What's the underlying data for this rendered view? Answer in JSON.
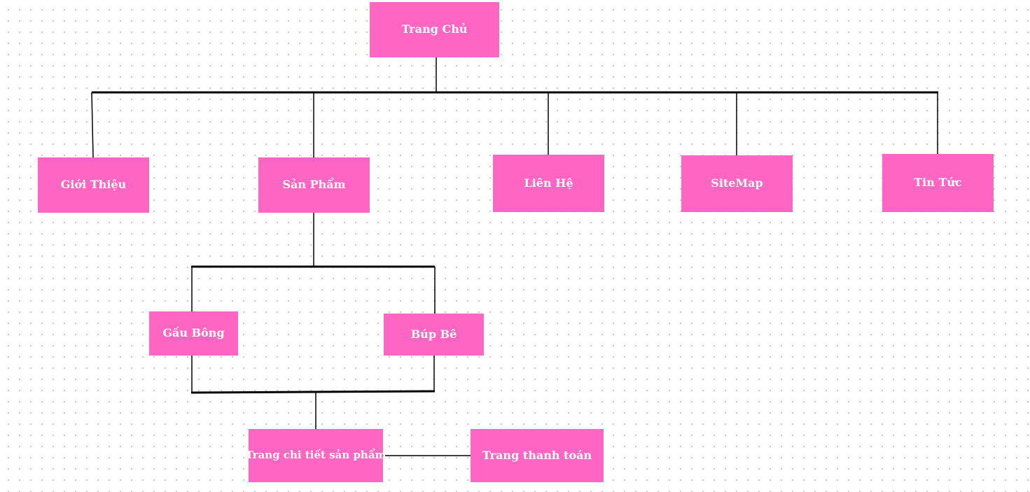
{
  "diagram": {
    "nodes": {
      "trang_chu": "Trang Chủ",
      "gioi_thieu": "Giới Thiệu",
      "san_pham": "Sản Phẩm",
      "lien_he": "Liên Hệ",
      "sitemap": "SiteMap",
      "tin_tuc": "Tin Tức",
      "gau_bong": "Gấu Bông",
      "bup_be": "Búp Bê",
      "trang_chi_tiet_san_pham": "Trang chi tiết sản phẩm",
      "trang_thanh_toan": "Trang thanh toán"
    },
    "edges": [
      [
        "trang_chu",
        "gioi_thieu"
      ],
      [
        "trang_chu",
        "san_pham"
      ],
      [
        "trang_chu",
        "lien_he"
      ],
      [
        "trang_chu",
        "sitemap"
      ],
      [
        "trang_chu",
        "tin_tuc"
      ],
      [
        "san_pham",
        "gau_bong"
      ],
      [
        "san_pham",
        "bup_be"
      ],
      [
        "gau_bong",
        "trang_chi_tiet_san_pham"
      ],
      [
        "bup_be",
        "trang_chi_tiet_san_pham"
      ],
      [
        "trang_chi_tiet_san_pham",
        "trang_thanh_toan"
      ]
    ],
    "colors": {
      "node_fill": "#ff66c4",
      "node_text": "#ffffff",
      "connector": "#000000"
    }
  }
}
